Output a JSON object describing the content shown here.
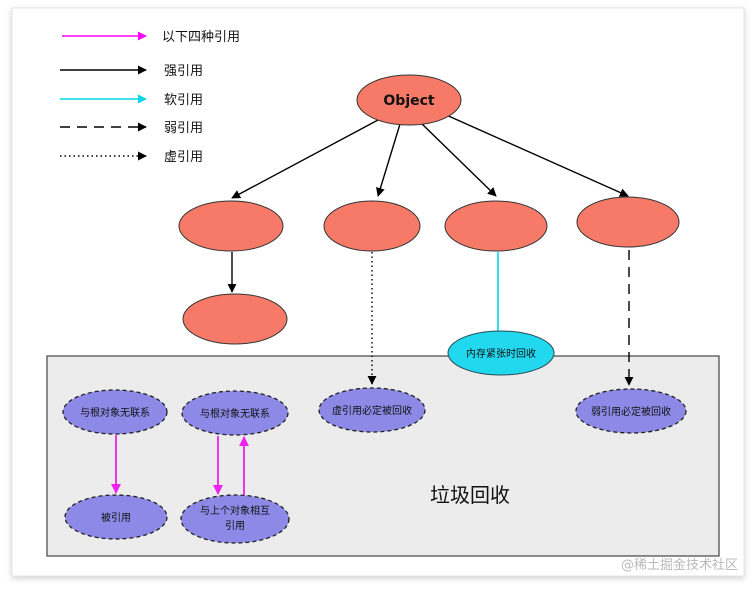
{
  "legend": {
    "title": "以下四种引用",
    "strong": "强引用",
    "soft": "软引用",
    "weak": "弱引用",
    "phantom": "虚引用"
  },
  "root_label": "Object",
  "memory_pressure_label": "内存紧张时回收",
  "gc_area_label": "垃圾回收",
  "gc_nodes": {
    "phantom_collect": "虚引用必定被回收",
    "weak_collect": "弱引用必定被回收",
    "no_root_1": "与根对象无联系",
    "no_root_2": "与根对象无联系",
    "referenced": "被引用",
    "mutual_line1": "与上个对象相互",
    "mutual_line2": "引用"
  },
  "watermark": "@稀土掘金技术社区",
  "colors": {
    "legend_title_arrow": "#ff00ff",
    "strong": "#000000",
    "soft": "#00d8e8",
    "node_fill": "#f77a68",
    "gc_node_fill": "#8c8ae6",
    "gc_area_fill": "#ececec",
    "memory_node_fill": "#22d8ee",
    "mutual_arrow": "#ee22ee"
  }
}
